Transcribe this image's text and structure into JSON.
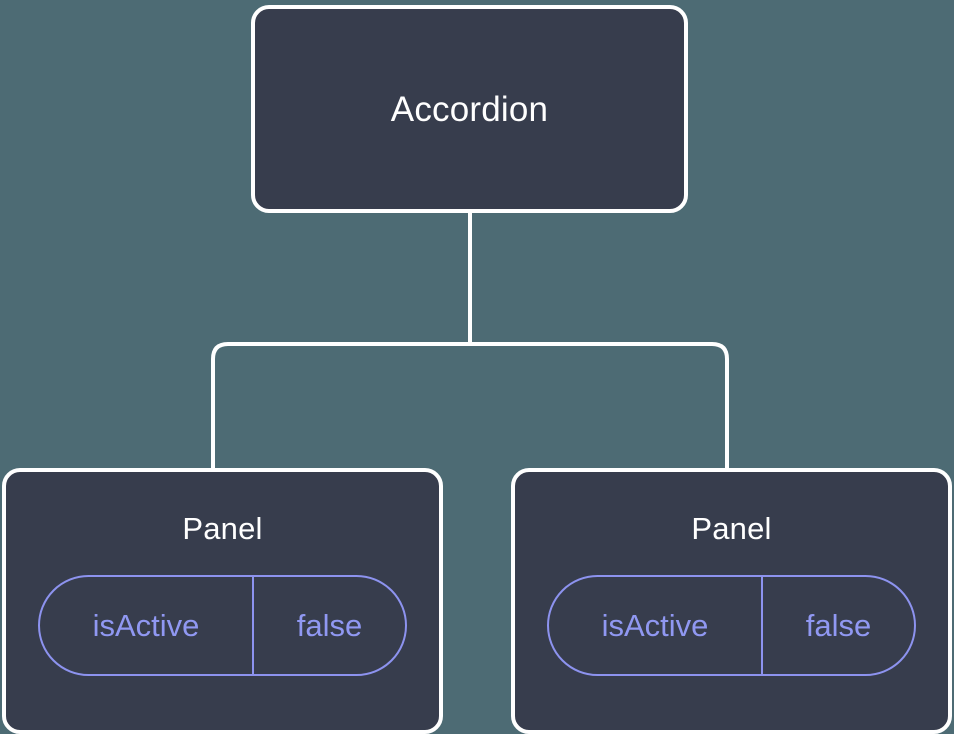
{
  "diagram": {
    "background_color": "#4d6b74",
    "node_fill_color": "#373d4d",
    "node_border_color": "#ffffff",
    "connector_color": "#ffffff",
    "accent_color": "#9098f2",
    "root": {
      "label": "Accordion"
    },
    "children": [
      {
        "label": "Panel",
        "prop": {
          "key": "isActive",
          "value": "false"
        }
      },
      {
        "label": "Panel",
        "prop": {
          "key": "isActive",
          "value": "false"
        }
      }
    ]
  }
}
